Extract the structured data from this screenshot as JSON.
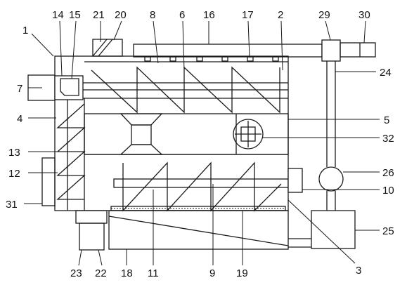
{
  "figure": {
    "labels": {
      "n1": "1",
      "n2": "2",
      "n3": "3",
      "n4": "4",
      "n5": "5",
      "n6": "6",
      "n7": "7",
      "n8": "8",
      "n9": "9",
      "n10": "10",
      "n11": "11",
      "n12": "12",
      "n13": "13",
      "n14": "14",
      "n15": "15",
      "n16": "16",
      "n17": "17",
      "n18": "18",
      "n19": "19",
      "n20": "20",
      "n21": "21",
      "n22": "22",
      "n23": "23",
      "n24": "24",
      "n25": "25",
      "n26": "26",
      "n29": "29",
      "n30": "30",
      "n31": "31",
      "n32": "32"
    },
    "line_color": "#1a1a1a",
    "background_color": "#ffffff"
  }
}
